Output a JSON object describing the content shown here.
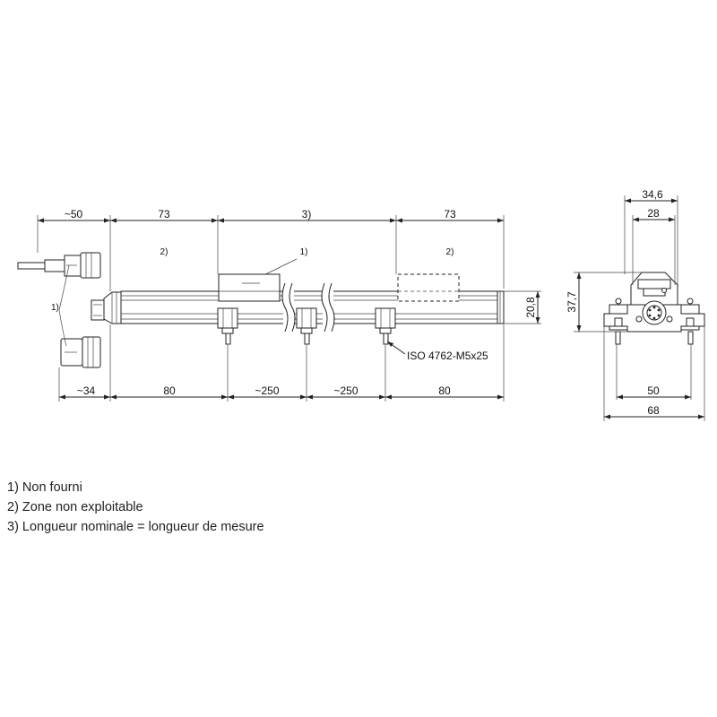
{
  "dimensions": {
    "top_left": "~50",
    "top_73_left": "73",
    "top_3": "3)",
    "top_73_right": "73",
    "bottom_34": "~34",
    "bottom_80_left": "80",
    "bottom_250_left": "~250",
    "bottom_250_right": "~250",
    "bottom_80_right": "80",
    "height_20_8": "20,8",
    "side_34_6": "34,6",
    "side_28": "28",
    "side_37_7": "37,7",
    "side_50": "50",
    "side_68": "68"
  },
  "callouts": {
    "label_2_left": "2)",
    "label_1_top": "1)",
    "label_2_right": "2)",
    "label_1_left": "1)",
    "screw": "ISO 4762-M5x25"
  },
  "legend": [
    "1) Non fourni",
    "2) Zone non exploitable",
    "3) Longueur nominale = longueur de mesure"
  ]
}
